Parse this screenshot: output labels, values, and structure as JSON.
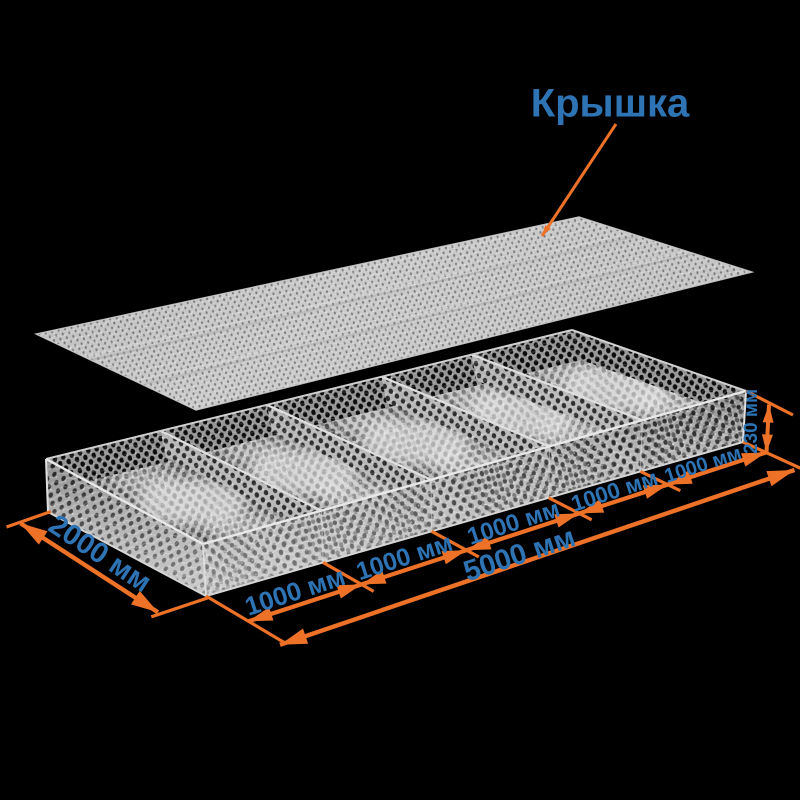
{
  "background_color": "#000000",
  "colors": {
    "dimension_line": "#ED7227",
    "dimension_text": "#2E74B5",
    "mesh_light": "#C6C6C6",
    "mesh_mid": "#AFAFAF",
    "mesh_dark": "#8E8E8E"
  },
  "callout": {
    "label": "Крышка"
  },
  "dimensions": {
    "width": {
      "label": "2000 мм",
      "value": 2000,
      "unit": "мм"
    },
    "height": {
      "label": "230 мм",
      "value": 230,
      "unit": "мм"
    },
    "length_total": {
      "label": "5000 мм",
      "value": 5000,
      "unit": "мм"
    },
    "length_segments": [
      {
        "label": "1000 мм",
        "value": 1000,
        "unit": "мм"
      },
      {
        "label": "1000 мм",
        "value": 1000,
        "unit": "мм"
      },
      {
        "label": "1000 мм",
        "value": 1000,
        "unit": "мм"
      },
      {
        "label": "1000 мм",
        "value": 1000,
        "unit": "мм"
      },
      {
        "label": "1000 мм",
        "value": 1000,
        "unit": "мм"
      }
    ]
  }
}
